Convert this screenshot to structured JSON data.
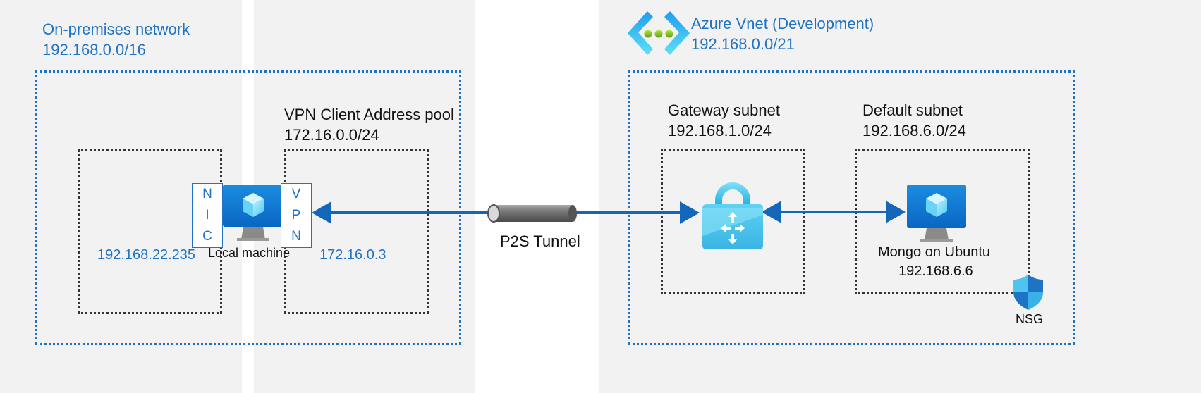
{
  "on_prem": {
    "title": "On-premises network",
    "cidr": "192.168.0.0/16"
  },
  "vpn_pool": {
    "title": "VPN Client Address pool",
    "cidr": "172.16.0.0/24",
    "client_ip": "172.16.0.3"
  },
  "local_machine": {
    "label": "Local machine",
    "ip": "192.168.22.235",
    "nic_letters": [
      "N",
      "I",
      "C"
    ],
    "vpn_letters": [
      "V",
      "P",
      "N"
    ]
  },
  "tunnel": {
    "label": "P2S Tunnel"
  },
  "azure_vnet": {
    "title": "Azure Vnet (Development)",
    "cidr": "192.168.0.0/21"
  },
  "gateway_subnet": {
    "title": "Gateway subnet",
    "cidr": "192.168.1.0/24"
  },
  "default_subnet": {
    "title": "Default subnet",
    "cidr": "192.168.6.0/24"
  },
  "mongo_vm": {
    "label": "Mongo on Ubuntu",
    "ip": "192.168.6.6"
  },
  "nsg": {
    "label": "NSG"
  },
  "colors": {
    "accent_blue": "#1f73c4",
    "panel_gray": "#f2f2f2",
    "arrow_blue": "#1467b8",
    "azure_blue": "#0078d4"
  },
  "icons": [
    "vm-icon",
    "vnet-icon",
    "vpn-gateway-lock-icon",
    "shield-icon",
    "tunnel-cylinder-icon"
  ]
}
